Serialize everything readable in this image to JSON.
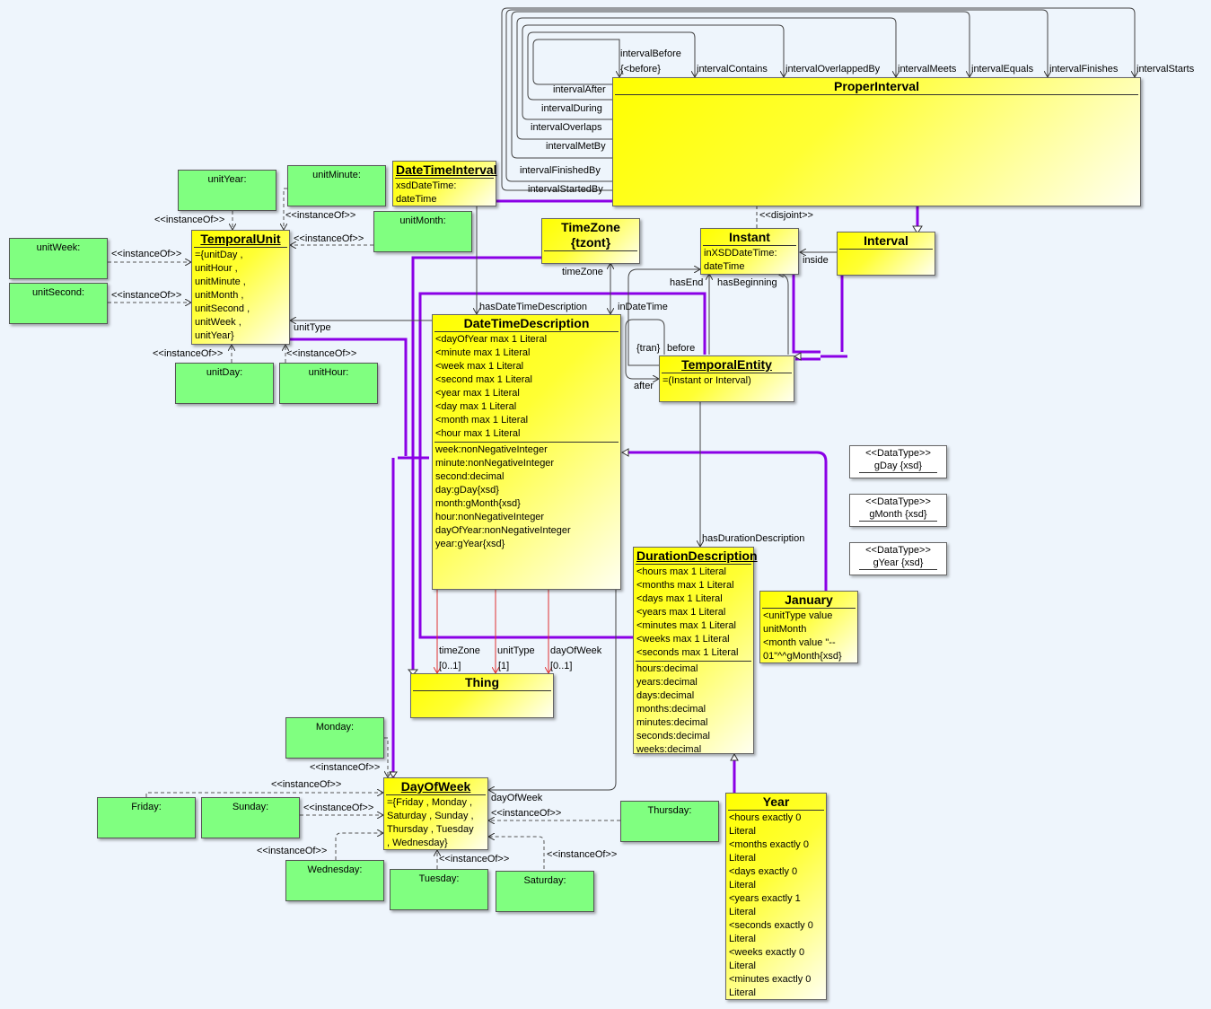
{
  "classes": {
    "proper_interval": {
      "title": "ProperInterval"
    },
    "instant": {
      "title": "Instant",
      "attrs": [
        "inXSDDateTime:",
        "dateTime"
      ]
    },
    "interval": {
      "title": "Interval"
    },
    "temporal_entity": {
      "title": "TemporalEntity",
      "attrs": [
        "=(Instant or Interval)"
      ]
    },
    "temporal_unit": {
      "title": "TemporalUnit",
      "attrs": [
        "={unitDay ,",
        "unitHour ,",
        "unitMinute ,",
        "unitMonth ,",
        "unitSecond ,",
        "unitWeek ,",
        "unitYear}"
      ]
    },
    "date_time_interval": {
      "title": "DateTimeInterval",
      "attrs": [
        "xsdDateTime:",
        "dateTime"
      ]
    },
    "time_zone": {
      "title_line1": "TimeZone",
      "title_line2": "{tzont}"
    },
    "date_time_description": {
      "title": "DateTimeDescription",
      "restrictions": [
        "<dayOfYear max 1 Literal",
        "<minute max 1 Literal",
        "<week max 1 Literal",
        "<second max 1 Literal",
        "<year max 1 Literal",
        "<day max 1 Literal",
        "<month max 1 Literal",
        "<hour max 1 Literal"
      ],
      "attrs": [
        "week:nonNegativeInteger",
        "minute:nonNegativeInteger",
        "second:decimal",
        "day:gDay{xsd}",
        "month:gMonth{xsd}",
        "hour:nonNegativeInteger",
        "dayOfYear:nonNegativeInteger",
        "year:gYear{xsd}"
      ]
    },
    "duration_description": {
      "title": "DurationDescription",
      "restrictions": [
        "<hours max 1 Literal",
        "<months max 1 Literal",
        "<days max 1 Literal",
        "<years max 1 Literal",
        "<minutes max 1 Literal",
        "<weeks max 1 Literal",
        "<seconds max 1 Literal"
      ],
      "attrs": [
        "hours:decimal",
        "years:decimal",
        "days:decimal",
        "months:decimal",
        "minutes:decimal",
        "seconds:decimal",
        "weeks:decimal"
      ]
    },
    "thing": {
      "title": "Thing"
    },
    "january": {
      "title": "January",
      "attrs": [
        "<unitType value",
        "unitMonth",
        "<month value \"--",
        "01\"^^gMonth{xsd}"
      ]
    },
    "year": {
      "title": "Year",
      "attrs": [
        "<hours exactly 0",
        "Literal",
        "<months exactly 0",
        "Literal",
        "<days exactly 0",
        "Literal",
        "<years exactly 1",
        "Literal",
        "<seconds exactly 0",
        "Literal",
        "<weeks exactly 0",
        "Literal",
        "<minutes exactly 0",
        "Literal"
      ]
    },
    "day_of_week": {
      "title": "DayOfWeek",
      "attrs": [
        "={Friday , Monday ,",
        "Saturday , Sunday ,",
        "Thursday , Tuesday",
        ", Wednesday}"
      ]
    }
  },
  "instances": {
    "unit_year": "unitYear:",
    "unit_minute": "unitMinute:",
    "unit_month": "unitMonth:",
    "unit_week": "unitWeek:",
    "unit_second": "unitSecond:",
    "unit_day": "unitDay:",
    "unit_hour": "unitHour:",
    "monday": "Monday:",
    "friday": "Friday:",
    "sunday": "Sunday:",
    "thursday": "Thursday:",
    "wednesday": "Wednesday:",
    "tuesday": "Tuesday:",
    "saturday": "Saturday:"
  },
  "datatypes": {
    "gday": {
      "stereo": "<<DataType>>",
      "name": "gDay {xsd}"
    },
    "gmonth": {
      "stereo": "<<DataType>>",
      "name": "gMonth {xsd}"
    },
    "gyear": {
      "stereo": "<<DataType>>",
      "name": "gYear {xsd}"
    }
  },
  "labels": {
    "interval_before": "intervalBefore",
    "before_inv": "{<before}",
    "interval_contains": "intervalContains",
    "interval_overlapped_by": "intervalOverlappedBy",
    "interval_meets": "intervalMeets",
    "interval_equals": "intervalEquals",
    "interval_finishes": "intervalFinishes",
    "interval_starts": "intervalStarts",
    "interval_after": "intervalAfter",
    "interval_during": "intervalDuring",
    "interval_overlaps": "intervalOverlaps",
    "interval_met_by": "intervalMetBy",
    "interval_finished_by": "intervalFinishedBy",
    "interval_started_by": "intervalStartedBy",
    "disjoint": "<<disjoint>>",
    "instance_of": "<<instanceOf>>",
    "time_zone": "timeZone",
    "has_end": "hasEnd",
    "has_beginning": "hasBeginning",
    "inside": "inside",
    "has_dtd": "hasDateTimeDescription",
    "in_date_time": "inDateTime",
    "tran": "{tran}",
    "before": "before",
    "after": "after",
    "unit_type": "unitType",
    "has_duration_description": "hasDurationDescription",
    "tz_assoc": "timeZone",
    "unit_type_assoc": "unitType",
    "day_of_week_assoc": "dayOfWeek",
    "mult_01a": "[0..1]",
    "mult_1": "[1]",
    "mult_01b": "[0..1]",
    "dow_assoc": "dayOfWeek"
  },
  "colors": {
    "background": "#eef5fc",
    "class_fill": "#ffff00",
    "instance_fill": "#80ff80",
    "inheritance": "#8a00e6",
    "association": "#333333",
    "red_assoc": "#e03030"
  }
}
